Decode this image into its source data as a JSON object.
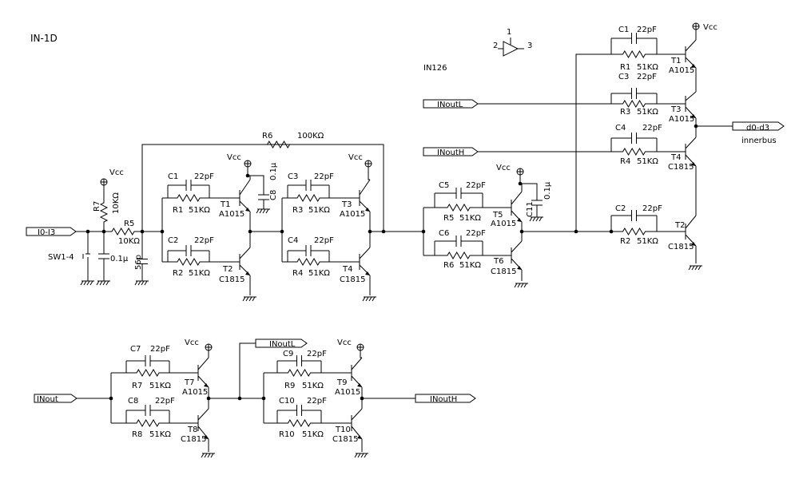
{
  "title": "IN-1D",
  "symbol": {
    "pin_in": "2",
    "pin_out": "3",
    "pin_top": "1",
    "part": "IN126"
  },
  "vcc": "Vcc",
  "ports": {
    "input": "I0-I3",
    "inoutl_a": "INoutL",
    "inouth_a": "INoutH",
    "output": "d0-d3",
    "output_caption": "innerbus",
    "inout_b": "INout",
    "inoutl_b": "INoutL",
    "inouth_b": "INoutH"
  },
  "front": {
    "r7": "R7",
    "r7_val": "10KΩ",
    "r5": "R5",
    "r5_val": "10KΩ",
    "sw": "SW1-4",
    "c_in": "0.1μ",
    "c_56": "56p",
    "r6": "R6",
    "r6_val": "100KΩ",
    "c8": "C8",
    "c8_val": "0.1μ"
  },
  "stage_a": {
    "c1": "C1",
    "c1_val": "22pF",
    "r1": "R1",
    "r1_val": "51KΩ",
    "t1": "T1",
    "t1_val": "A1015",
    "c2": "C2",
    "c2_val": "22pF",
    "r2": "R2",
    "r2_val": "51KΩ",
    "t2": "T2",
    "t2_val": "C1815"
  },
  "stage_b": {
    "c3": "C3",
    "c3_val": "22pF",
    "r3": "R3",
    "r3_val": "51KΩ",
    "t3": "T3",
    "t3_val": "A1015",
    "c4": "C4",
    "c4_val": "22pF",
    "r4": "R4",
    "r4_val": "51KΩ",
    "t4": "T4",
    "t4_val": "C1815"
  },
  "stage_c": {
    "c5": "C5",
    "c5_val": "22pF",
    "r5": "R5",
    "r5_val": "51KΩ",
    "t5": "T5",
    "t5_val": "A1015",
    "c6": "C6",
    "c6_val": "22pF",
    "r6": "R6",
    "r6_val": "51KΩ",
    "t6": "T6",
    "t6_val": "C1815",
    "c11": "C11",
    "c11_val": "0.1μ"
  },
  "right": {
    "c1": "C1",
    "c1_val": "22pF",
    "r1": "R1",
    "r1_val": "51KΩ",
    "t1": "T1",
    "t1_val": "A1015",
    "c3": "C3",
    "c3_val": "22pF",
    "r3": "R3",
    "r3_val": "51KΩ",
    "t3": "T3",
    "t3_val": "A1015",
    "c4": "C4",
    "c4_val": "22pF",
    "r4": "R4",
    "r4_val": "51KΩ",
    "t4": "T4",
    "t4_val": "C1815",
    "c2": "C2",
    "c2_val": "22pF",
    "r2": "R2",
    "r2_val": "51KΩ",
    "t2": "T2",
    "t2_val": "C1815"
  },
  "bottom_a": {
    "c7": "C7",
    "c7_val": "22pF",
    "r7": "R7",
    "r7_val": "51KΩ",
    "t7": "T7",
    "t7_val": "A1015",
    "c8": "C8",
    "c8_val": "22pF",
    "r8": "R8",
    "r8_val": "51KΩ",
    "t8": "T8",
    "t8_val": "C1815"
  },
  "bottom_b": {
    "c9": "C9",
    "c9_val": "22pF",
    "r9": "R9",
    "r9_val": "51KΩ",
    "t9": "T9",
    "t9_val": "A1015",
    "c10": "C10",
    "c10_val": "22pF",
    "r10": "R10",
    "r10_val": "51KΩ",
    "t10": "T10",
    "t10_val": "C1815"
  }
}
